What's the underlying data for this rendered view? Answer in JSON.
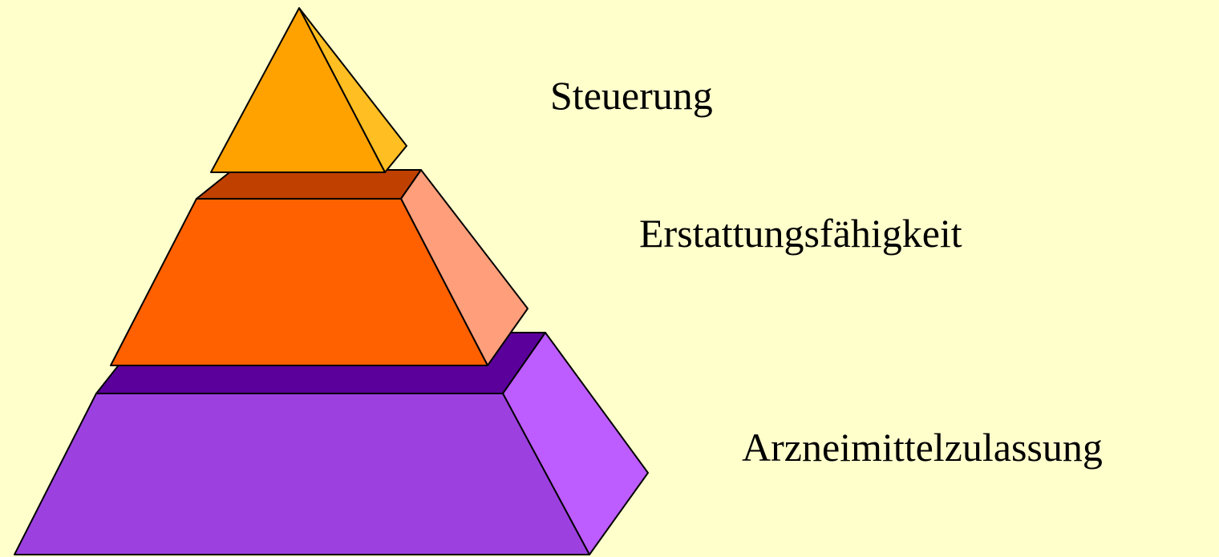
{
  "diagram": {
    "levels": [
      {
        "label": "Steuerung",
        "colors": {
          "front": "#ffa200",
          "side": "#ffbe22"
        }
      },
      {
        "label": "Erstattungsfähigkeit",
        "colors": {
          "front": "#ff6000",
          "side": "#ff9e7a",
          "top": "#c04000"
        }
      },
      {
        "label": "Arzneimittelzulassung",
        "colors": {
          "front": "#9d40e0",
          "side": "#bd5cff",
          "top": "#5b009a"
        }
      }
    ],
    "background": "#ffffcc",
    "outline": "#000000"
  }
}
